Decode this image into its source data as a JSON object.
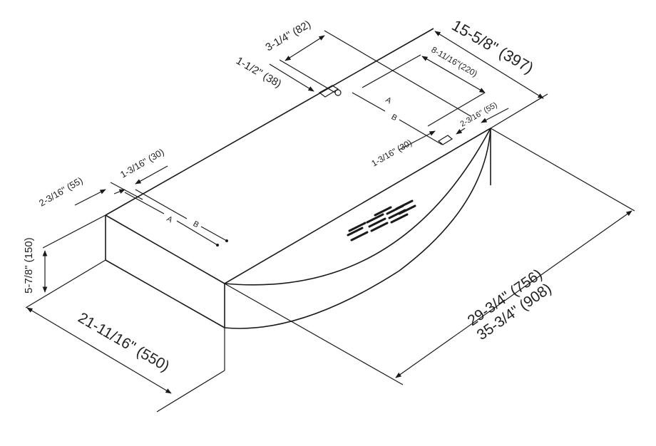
{
  "title": "Range hood dimension diagram",
  "dimensions": {
    "height": "5-7/8\" (150)",
    "depth_bottom": "21-11/16\" (550)",
    "width_inner": "29-3/4\" (756)",
    "width_outer": "35-3/4\" (908)",
    "depth_top": "15-5/8\" (397)",
    "left_offset": "2-3/16\" (55)",
    "left_hole_spacing": "1-3/16\" (30)",
    "duct_offset": "3-1/4\" (82)",
    "duct_width": "1-1/2\" (38)",
    "right_span": "8-11/16\"(220)",
    "right_offset": "2-3/16\" (55)",
    "right_hole_spacing": "1-3/16\" (30)"
  },
  "markers": {
    "a": "A",
    "b": "B"
  }
}
